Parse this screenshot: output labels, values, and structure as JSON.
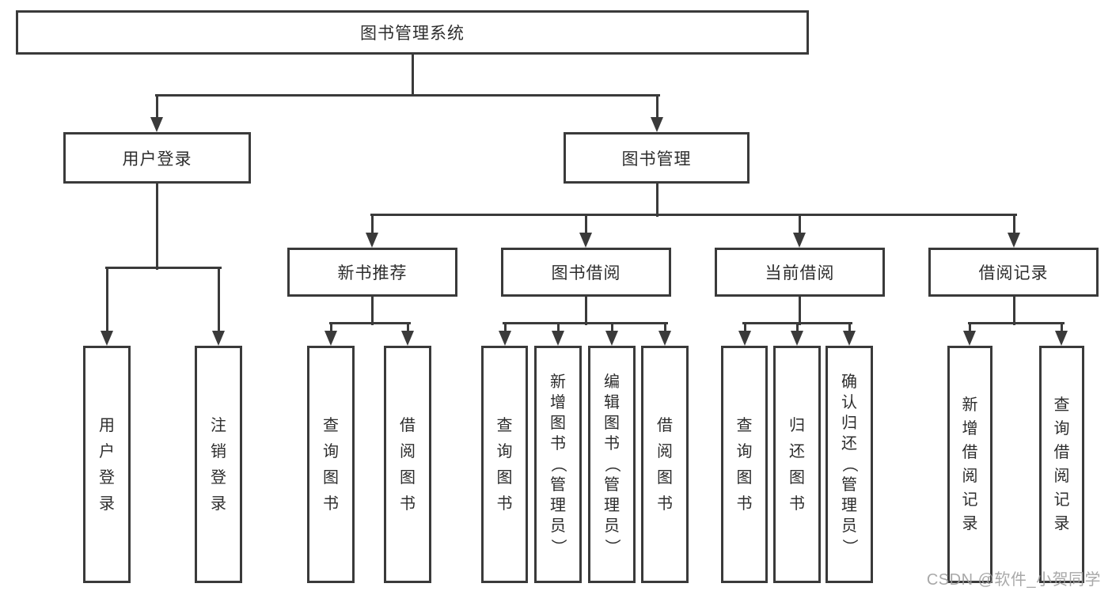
{
  "diagram": {
    "title": "图书管理系统",
    "nodes": [
      {
        "id": "root",
        "label": "图书管理系统",
        "parent": null
      },
      {
        "id": "user-login",
        "label": "用户登录",
        "parent": "root"
      },
      {
        "id": "book-management",
        "label": "图书管理",
        "parent": "root"
      },
      {
        "id": "new-book-recommend",
        "label": "新书推荐",
        "parent": "book-management"
      },
      {
        "id": "book-borrow",
        "label": "图书借阅",
        "parent": "book-management"
      },
      {
        "id": "current-borrow",
        "label": "当前借阅",
        "parent": "book-management"
      },
      {
        "id": "borrow-records",
        "label": "借阅记录",
        "parent": "book-management"
      },
      {
        "id": "leaf-user-login",
        "label": "用户登录",
        "parent": "user-login"
      },
      {
        "id": "leaf-logout",
        "label": "注销登录",
        "parent": "user-login"
      },
      {
        "id": "leaf-rec-query",
        "label": "查询图书",
        "parent": "new-book-recommend"
      },
      {
        "id": "leaf-rec-borrow",
        "label": "借阅图书",
        "parent": "new-book-recommend"
      },
      {
        "id": "leaf-bb-query",
        "label": "查询图书",
        "parent": "book-borrow"
      },
      {
        "id": "leaf-bb-add",
        "label": "新增图书（管理员）",
        "parent": "book-borrow"
      },
      {
        "id": "leaf-bb-edit",
        "label": "编辑图书（管理员）",
        "parent": "book-borrow"
      },
      {
        "id": "leaf-bb-borrow",
        "label": "借阅图书",
        "parent": "book-borrow"
      },
      {
        "id": "leaf-cur-query",
        "label": "查询图书",
        "parent": "current-borrow"
      },
      {
        "id": "leaf-cur-return",
        "label": "归还图书",
        "parent": "current-borrow"
      },
      {
        "id": "leaf-cur-confirm",
        "label": "确认归还（管理员）",
        "parent": "current-borrow"
      },
      {
        "id": "leaf-recd-add",
        "label": "新增借阅记录",
        "parent": "borrow-records"
      },
      {
        "id": "leaf-recd-query",
        "label": "查询借阅记录",
        "parent": "borrow-records"
      }
    ]
  },
  "watermark": {
    "text": "CSDN @软件_小贺同学"
  },
  "colors": {
    "line": "#3a3a3a",
    "text": "#2d2d2d",
    "watermark": "#9d9d9d",
    "background": "#ffffff"
  }
}
